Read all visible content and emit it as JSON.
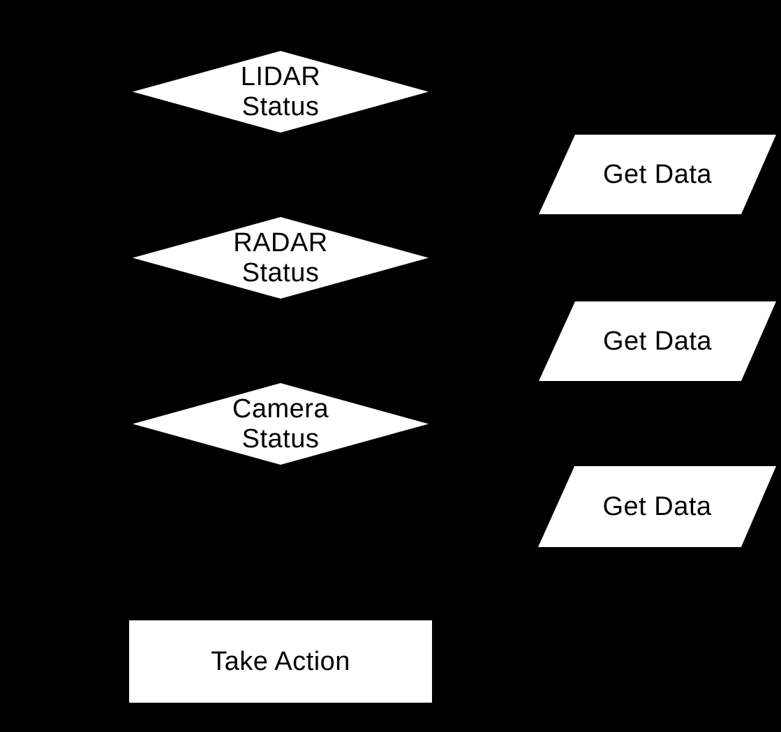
{
  "canvas": {
    "background_color": "#000000",
    "shape_fill_color": "#ffffff",
    "text_color": "#000000"
  },
  "nodes": {
    "lidar": {
      "shape": "diamond",
      "role": "decision",
      "line1": "LIDAR",
      "line2": "Status"
    },
    "radar": {
      "shape": "diamond",
      "role": "decision",
      "line1": "RADAR",
      "line2": "Status"
    },
    "camera": {
      "shape": "diamond",
      "role": "decision",
      "line1": "Camera",
      "line2": "Status"
    },
    "get_data_1": {
      "shape": "parallelogram",
      "role": "input-output",
      "label": "Get Data"
    },
    "get_data_2": {
      "shape": "parallelogram",
      "role": "input-output",
      "label": "Get Data"
    },
    "get_data_3": {
      "shape": "parallelogram",
      "role": "input-output",
      "label": "Get Data"
    },
    "take_action": {
      "shape": "rectangle",
      "role": "process",
      "label": "Take Action"
    }
  }
}
